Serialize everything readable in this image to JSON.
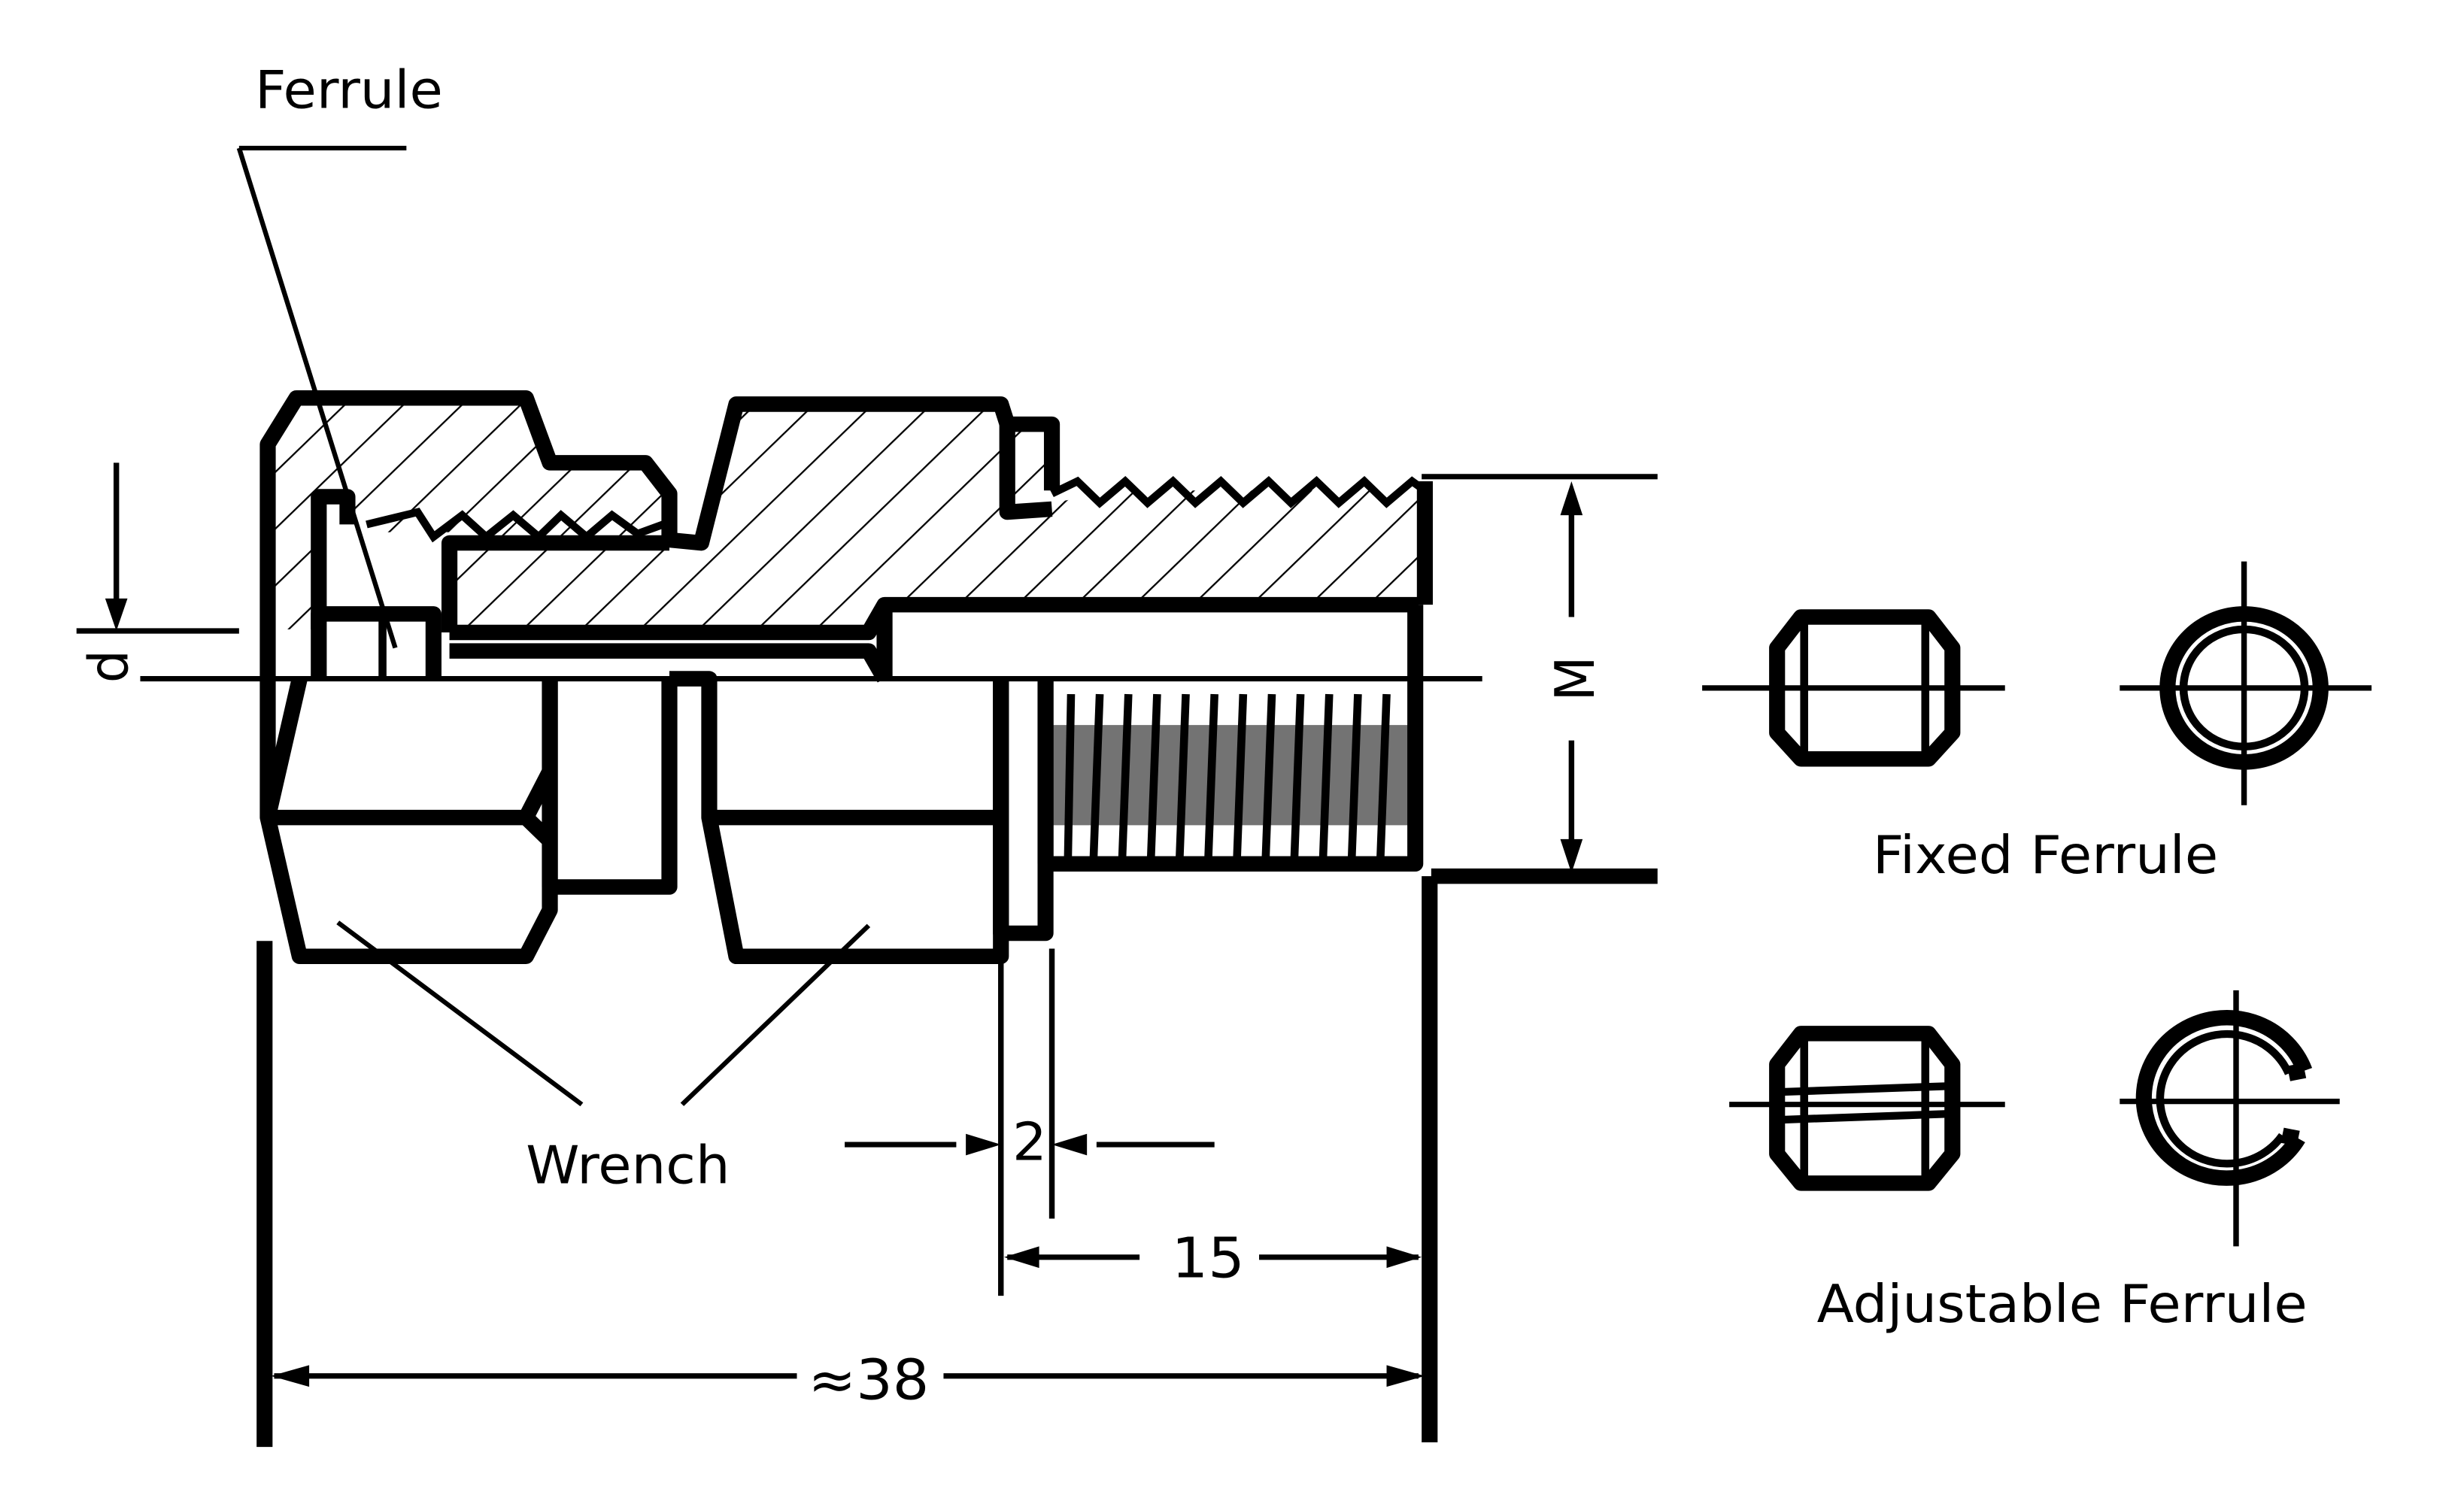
{
  "labels": {
    "ferrule": "Ferrule",
    "wrench": "Wrench",
    "fixed_ferrule": "Fixed Ferrule",
    "adjustable_ferrule": "Adjustable Ferrule",
    "dim_d": "d",
    "dim_m": "M",
    "dim_2": "2",
    "dim_15": "15",
    "dim_overall": "≈38"
  }
}
